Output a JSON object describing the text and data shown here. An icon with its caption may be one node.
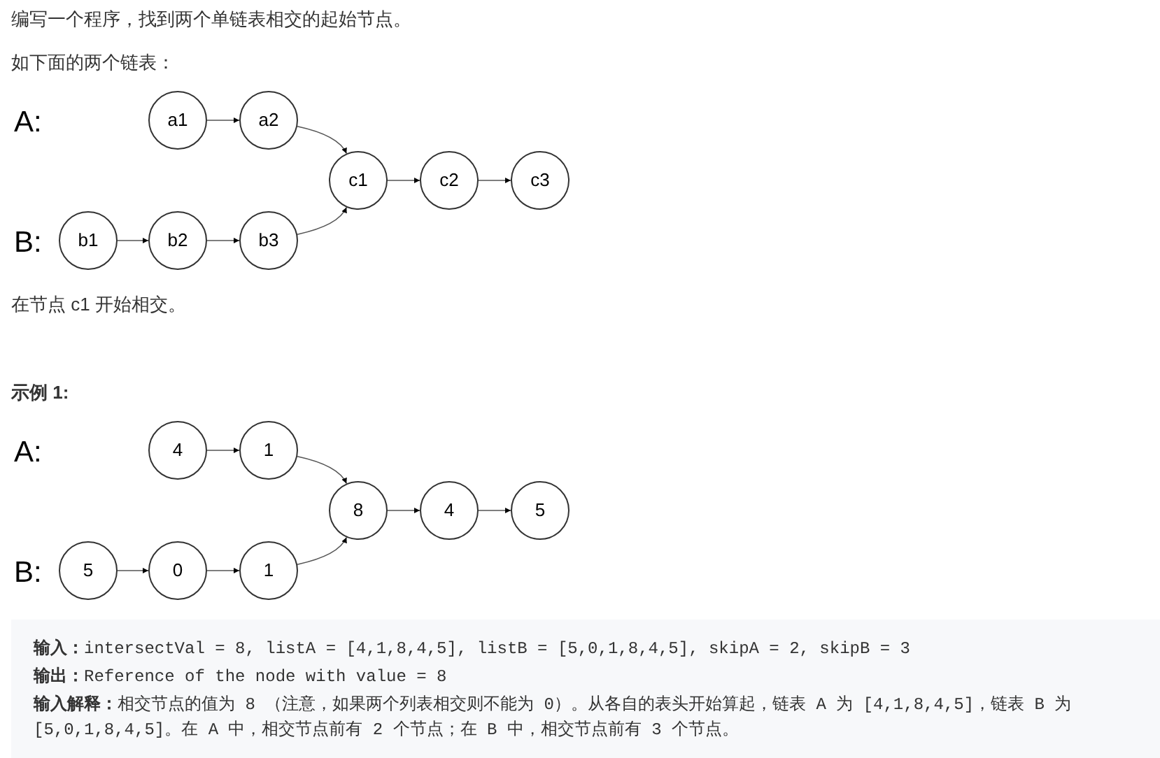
{
  "diagram": {
    "nodes": [
      {
        "text": [
          "a1"
        ]
      },
      {
        "text": [
          "a2"
        ]
      },
      {
        "text": [
          "c1"
        ]
      },
      {
        "text": [
          "c2"
        ]
      },
      {
        "text": [
          "c3"
        ]
      },
      {
        "text": [
          "b1"
        ]
      },
      {
        "text": [
          "b2"
        ]
      },
      {
        "text": [
          "b3"
        ]
      },
      {
        "text": [
          "4"
        ]
      },
      {
        "text": [
          "1"
        ]
      },
      {
        "text": [
          "8"
        ]
      },
      {
        "text": [
          "4"
        ]
      },
      {
        "text": [
          "5"
        ]
      },
      {
        "text": [
          "5"
        ]
      },
      {
        "text": [
          "0"
        ]
      },
      {
        "text": [
          "1"
        ]
      },
      {
        "text": [
          "**输入：**intersectVal = 8, listA = [4,1,8,4,5], listB = [5,0,1,8,4,5], skipA = 2, skipB = 3",
          "**输出：**Reference of the node with value = 8",
          "**输入解释：**相交节点的值为 8 （注意，如果两个列表相交则不能为 0）。从各自的表头开始算起，链表 A 为 [4,1,8,4,5]，链表 B 为 [5,0,1,8,4,5]。在 A 中，相交节点前有 2 个节点；在 B 中，相交节点前有 3 个节点。"
        ]
      }
    ],
    "edges": [
      {
        "from": 0,
        "to": 1,
        "arrow": "to"
      },
      {
        "from": 1,
        "to": 2,
        "arrow": "to"
      },
      {
        "from": 2,
        "to": 3,
        "arrow": "to"
      },
      {
        "from": 3,
        "to": 4,
        "arrow": "to"
      },
      {
        "from": 5,
        "to": 6,
        "arrow": "to"
      },
      {
        "from": 6,
        "to": 7,
        "arrow": "to"
      },
      {
        "from": 7,
        "to": 2,
        "arrow": "to"
      },
      {
        "from": 8,
        "to": 9,
        "arrow": "to"
      },
      {
        "from": 9,
        "to": 10,
        "arrow": "to"
      },
      {
        "from": 10,
        "to": 11,
        "arrow": "to"
      },
      {
        "from": 11,
        "to": 12,
        "arrow": "to"
      },
      {
        "from": 13,
        "to": 14,
        "arrow": "to"
      },
      {
        "from": 14,
        "to": 15,
        "arrow": "to"
      },
      {
        "from": 15,
        "to": 10,
        "arrow": "to"
      }
    ],
    "labels": [
      "编写一个程序，找到两个单链表相交的起始节点。",
      "如下面的两个链表：",
      "A:",
      "B:",
      "在节点 c1 开始相交。",
      "示例 1:",
      "A:",
      "B:"
    ]
  }
}
